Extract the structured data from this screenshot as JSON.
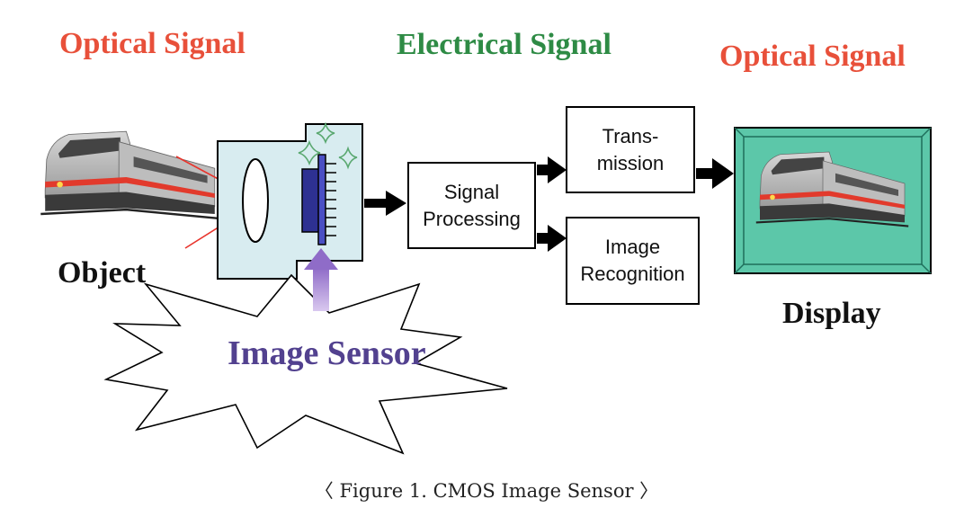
{
  "headings": {
    "left": "Optical Signal",
    "middle": "Electrical Signal",
    "right": "Optical Signal"
  },
  "labels": {
    "object": "Object",
    "display": "Display",
    "image_sensor": "Image Sensor"
  },
  "blocks": {
    "signal_processing": "Signal\nProcessing",
    "transmission": "Trans-\nmission",
    "image_recognition": "Image\nRecognition"
  },
  "caption": "〈 Figure 1. CMOS Image Sensor 〉",
  "colors": {
    "optical": "#e8503a",
    "electrical": "#2e8b45",
    "sensor_text": "#52418f",
    "camera_body": "#d8ecf0",
    "display_screen": "#5cc7a9",
    "sensor_chip": "#2e3192",
    "sensor_arrow": "#b39ad8"
  }
}
